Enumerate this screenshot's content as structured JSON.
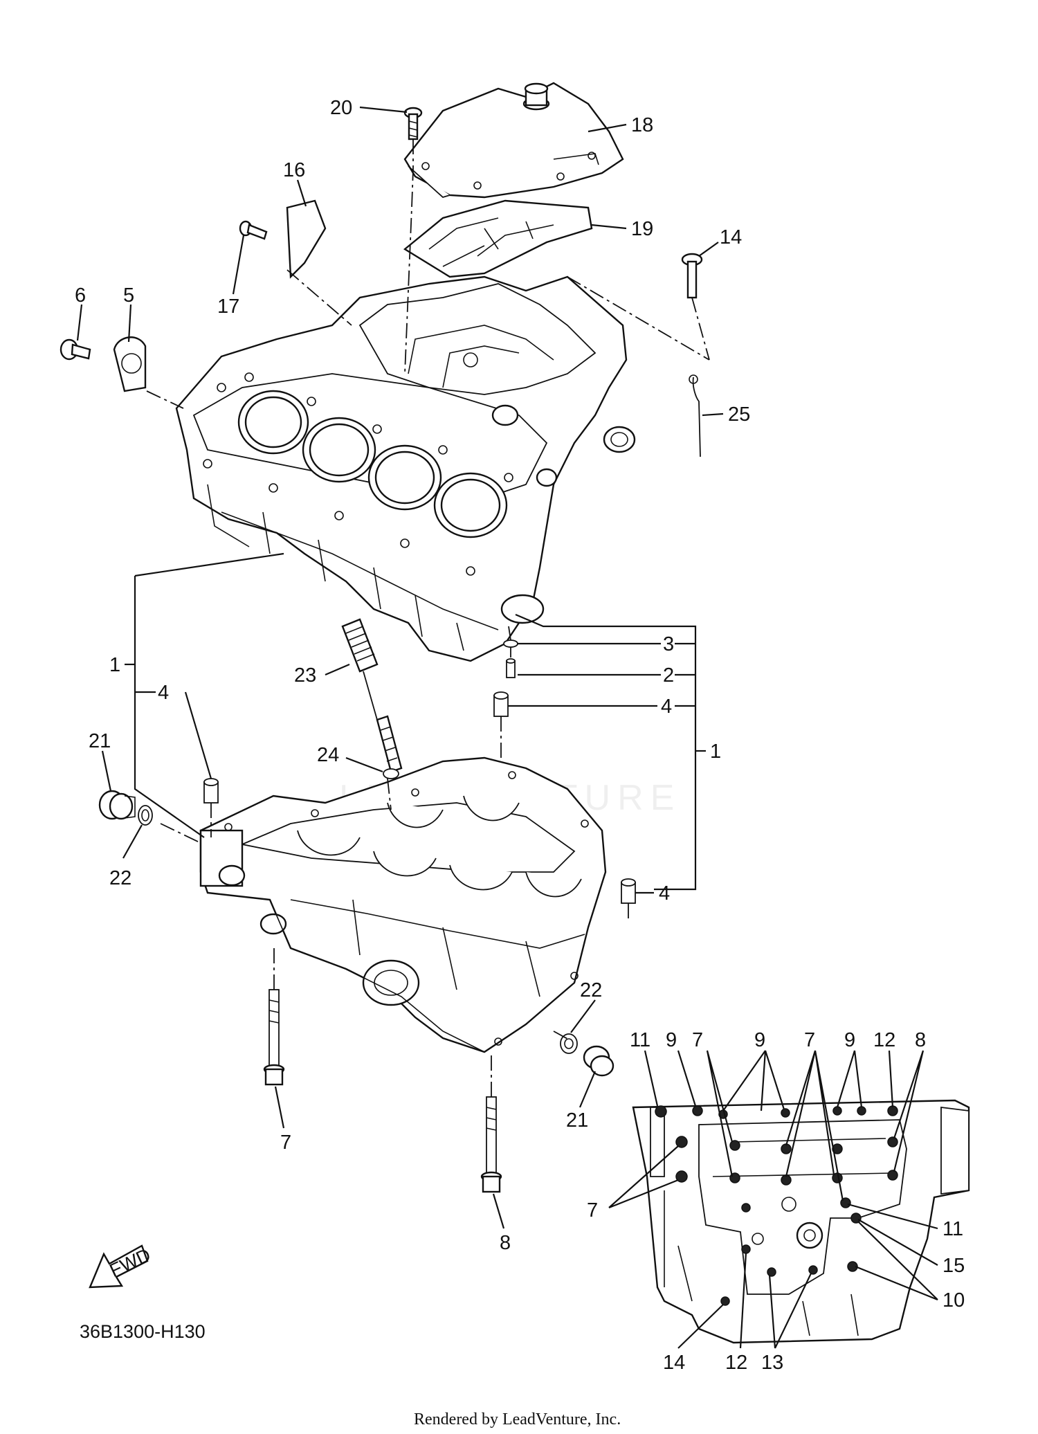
{
  "diagram_code": "36B1300-H130",
  "credit": "Rendered by LeadVenture, Inc.",
  "watermark": "LEADVENTURE",
  "fwd_label": "FWD",
  "callouts": [
    {
      "id": "20",
      "text": "20"
    },
    {
      "id": "18",
      "text": "18"
    },
    {
      "id": "16",
      "text": "16"
    },
    {
      "id": "19",
      "text": "19"
    },
    {
      "id": "14a",
      "text": "14"
    },
    {
      "id": "17",
      "text": "17"
    },
    {
      "id": "6",
      "text": "6"
    },
    {
      "id": "5",
      "text": "5"
    },
    {
      "id": "25",
      "text": "25"
    },
    {
      "id": "1a",
      "text": "1"
    },
    {
      "id": "3",
      "text": "3"
    },
    {
      "id": "2",
      "text": "2"
    },
    {
      "id": "23",
      "text": "23"
    },
    {
      "id": "4a",
      "text": "4"
    },
    {
      "id": "4b",
      "text": "4"
    },
    {
      "id": "1b",
      "text": "1"
    },
    {
      "id": "21a",
      "text": "21"
    },
    {
      "id": "24",
      "text": "24"
    },
    {
      "id": "22a",
      "text": "22"
    },
    {
      "id": "4c",
      "text": "4"
    },
    {
      "id": "22b",
      "text": "22"
    },
    {
      "id": "7a",
      "text": "7"
    },
    {
      "id": "21b",
      "text": "21"
    },
    {
      "id": "8a",
      "text": "8"
    },
    {
      "id": "11a",
      "text": "11"
    },
    {
      "id": "9a",
      "text": "9"
    },
    {
      "id": "7b",
      "text": "7"
    },
    {
      "id": "9b",
      "text": "9"
    },
    {
      "id": "7c",
      "text": "7"
    },
    {
      "id": "9c",
      "text": "9"
    },
    {
      "id": "12a",
      "text": "12"
    },
    {
      "id": "8b",
      "text": "8"
    },
    {
      "id": "7d",
      "text": "7"
    },
    {
      "id": "11b",
      "text": "11"
    },
    {
      "id": "15",
      "text": "15"
    },
    {
      "id": "10",
      "text": "10"
    },
    {
      "id": "14b",
      "text": "14"
    },
    {
      "id": "12b",
      "text": "12"
    },
    {
      "id": "13",
      "text": "13"
    }
  ]
}
